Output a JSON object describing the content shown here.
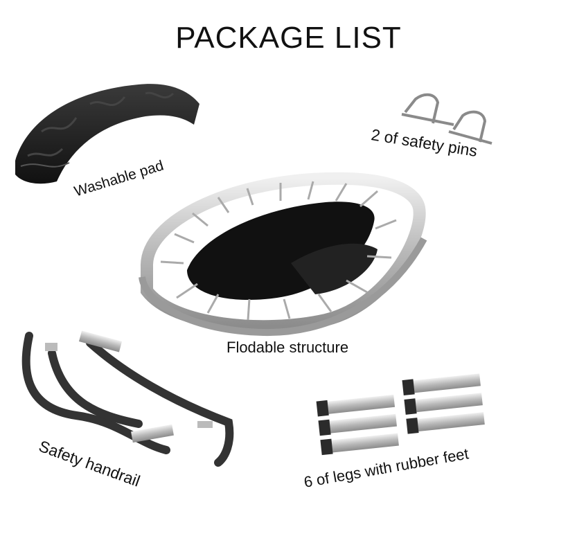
{
  "title": "PACKAGE LIST",
  "items": {
    "pad": {
      "label": "Washable pad"
    },
    "pins": {
      "label": "2 of safety pins"
    },
    "frame": {
      "label": "Flodable structure"
    },
    "handrail": {
      "label": "Safety handrail"
    },
    "legs": {
      "label": "6 of legs with rubber feet"
    }
  },
  "colors": {
    "fabric": "#1a1a1a",
    "metal": "#c8c8c8",
    "rubber": "#2b2b2b"
  }
}
